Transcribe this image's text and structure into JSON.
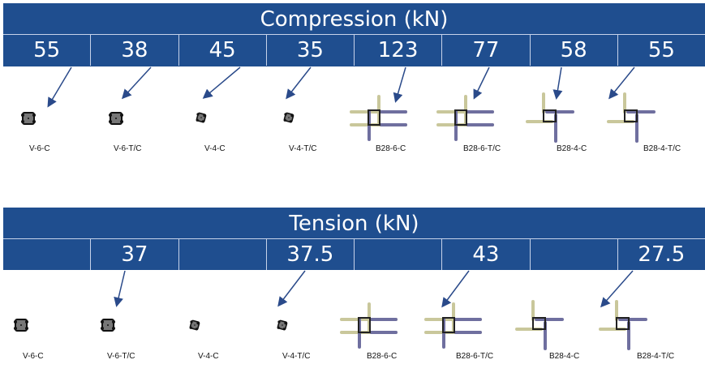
{
  "compression": {
    "title": "Compression (kN)",
    "values": [
      "55",
      "38",
      "45",
      "35",
      "123",
      "77",
      "58",
      "55"
    ],
    "labels": [
      "V-6-C",
      "V-6-T/C",
      "V-4-C",
      "V-4-T/C",
      "B28-6-C",
      "B28-6-T/C",
      "B28-4-C",
      "B28-4-T/C"
    ]
  },
  "tension": {
    "title": "Tension (kN)",
    "values": [
      "",
      "37",
      "",
      "37.5",
      "",
      "43",
      "",
      "27.5"
    ],
    "labels": [
      "V-6-C",
      "V-6-T/C",
      "V-4-C",
      "V-4-T/C",
      "B28-6-C",
      "B28-6-T/C",
      "B28-4-C",
      "B28-4-T/C"
    ]
  },
  "colors": {
    "band": "#1f4e8f",
    "arrow": "#2a4a8a",
    "divider": "#c7d3ea"
  }
}
